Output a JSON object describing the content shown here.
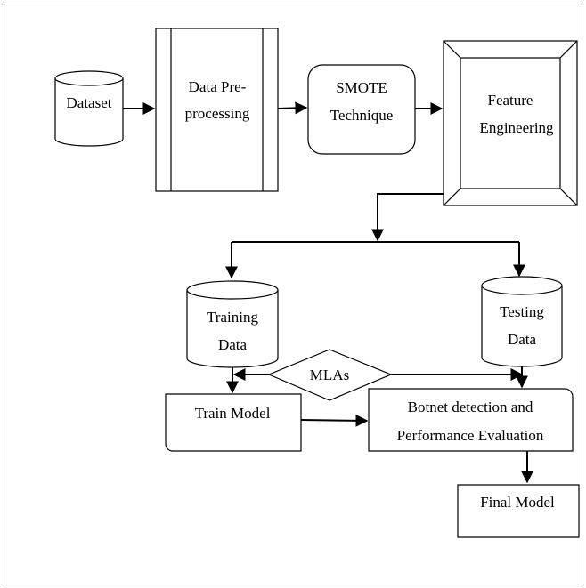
{
  "nodes": {
    "dataset": "Dataset",
    "preprocessing": [
      "Data Pre-",
      "processing"
    ],
    "smote": [
      "SMOTE",
      "Technique"
    ],
    "feature_engineering": [
      "Feature",
      "Engineering"
    ],
    "training_data": [
      "Training",
      "Data"
    ],
    "testing_data": [
      "Testing",
      "Data"
    ],
    "mlas": "MLAs",
    "train_model": "Train Model",
    "evaluation": [
      "Botnet detection and",
      "Performance Evaluation"
    ],
    "final_model": "Final Model"
  },
  "colors": {
    "stroke": "#000000",
    "fill": "#ffffff"
  }
}
